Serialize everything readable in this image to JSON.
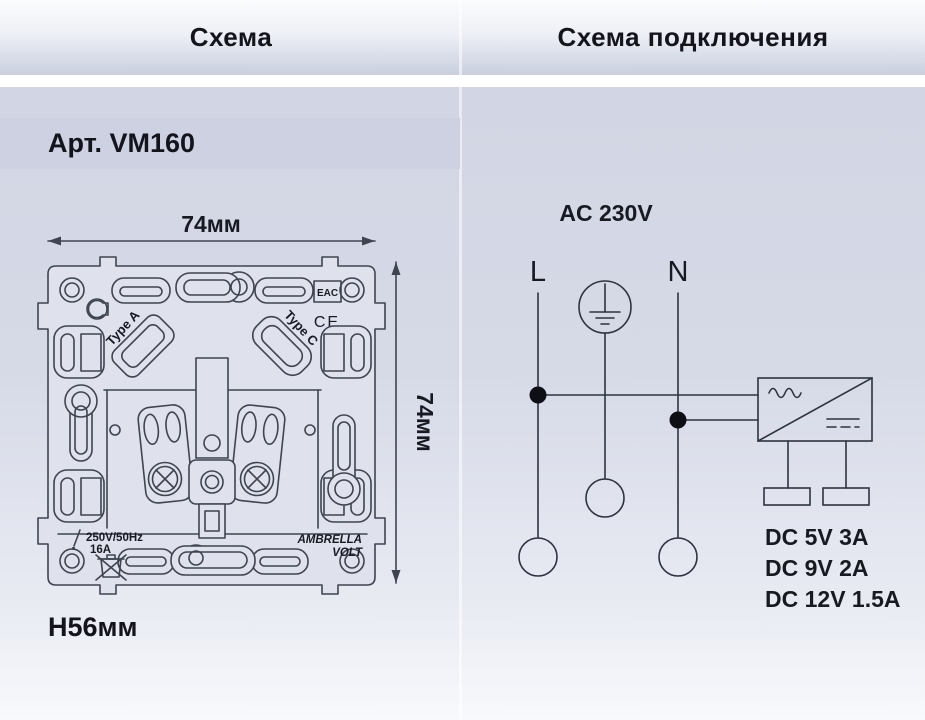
{
  "header": {
    "left_title": "Схема",
    "right_title": "Схема подключения"
  },
  "left_panel": {
    "article": "Арт. VM160",
    "width_dim": "74мм",
    "height_dim": "74мм",
    "depth_dim": "H56мм",
    "drawing": {
      "type_a": "Type A",
      "type_c": "Type C",
      "eac": "EAC",
      "ce": "CE",
      "rating1": "250V/50Hz",
      "rating2": "16A",
      "brand1": "AMBRELLA",
      "brand2": "VOLT"
    }
  },
  "right_panel": {
    "ac_label": "AC 230V",
    "l_label": "L",
    "n_label": "N",
    "dc_outputs": [
      "DC 5V 3A",
      "DC 9V 2A",
      "DC 12V 1.5A"
    ]
  },
  "colors": {
    "panel_background": "#d4d8e6",
    "article_band": "#cdd1e2",
    "drawing_line": "#3e4450",
    "schematic_line": "#2e3340",
    "text": "#14151c",
    "header_gradient_bottom": "#c9cfdf"
  }
}
